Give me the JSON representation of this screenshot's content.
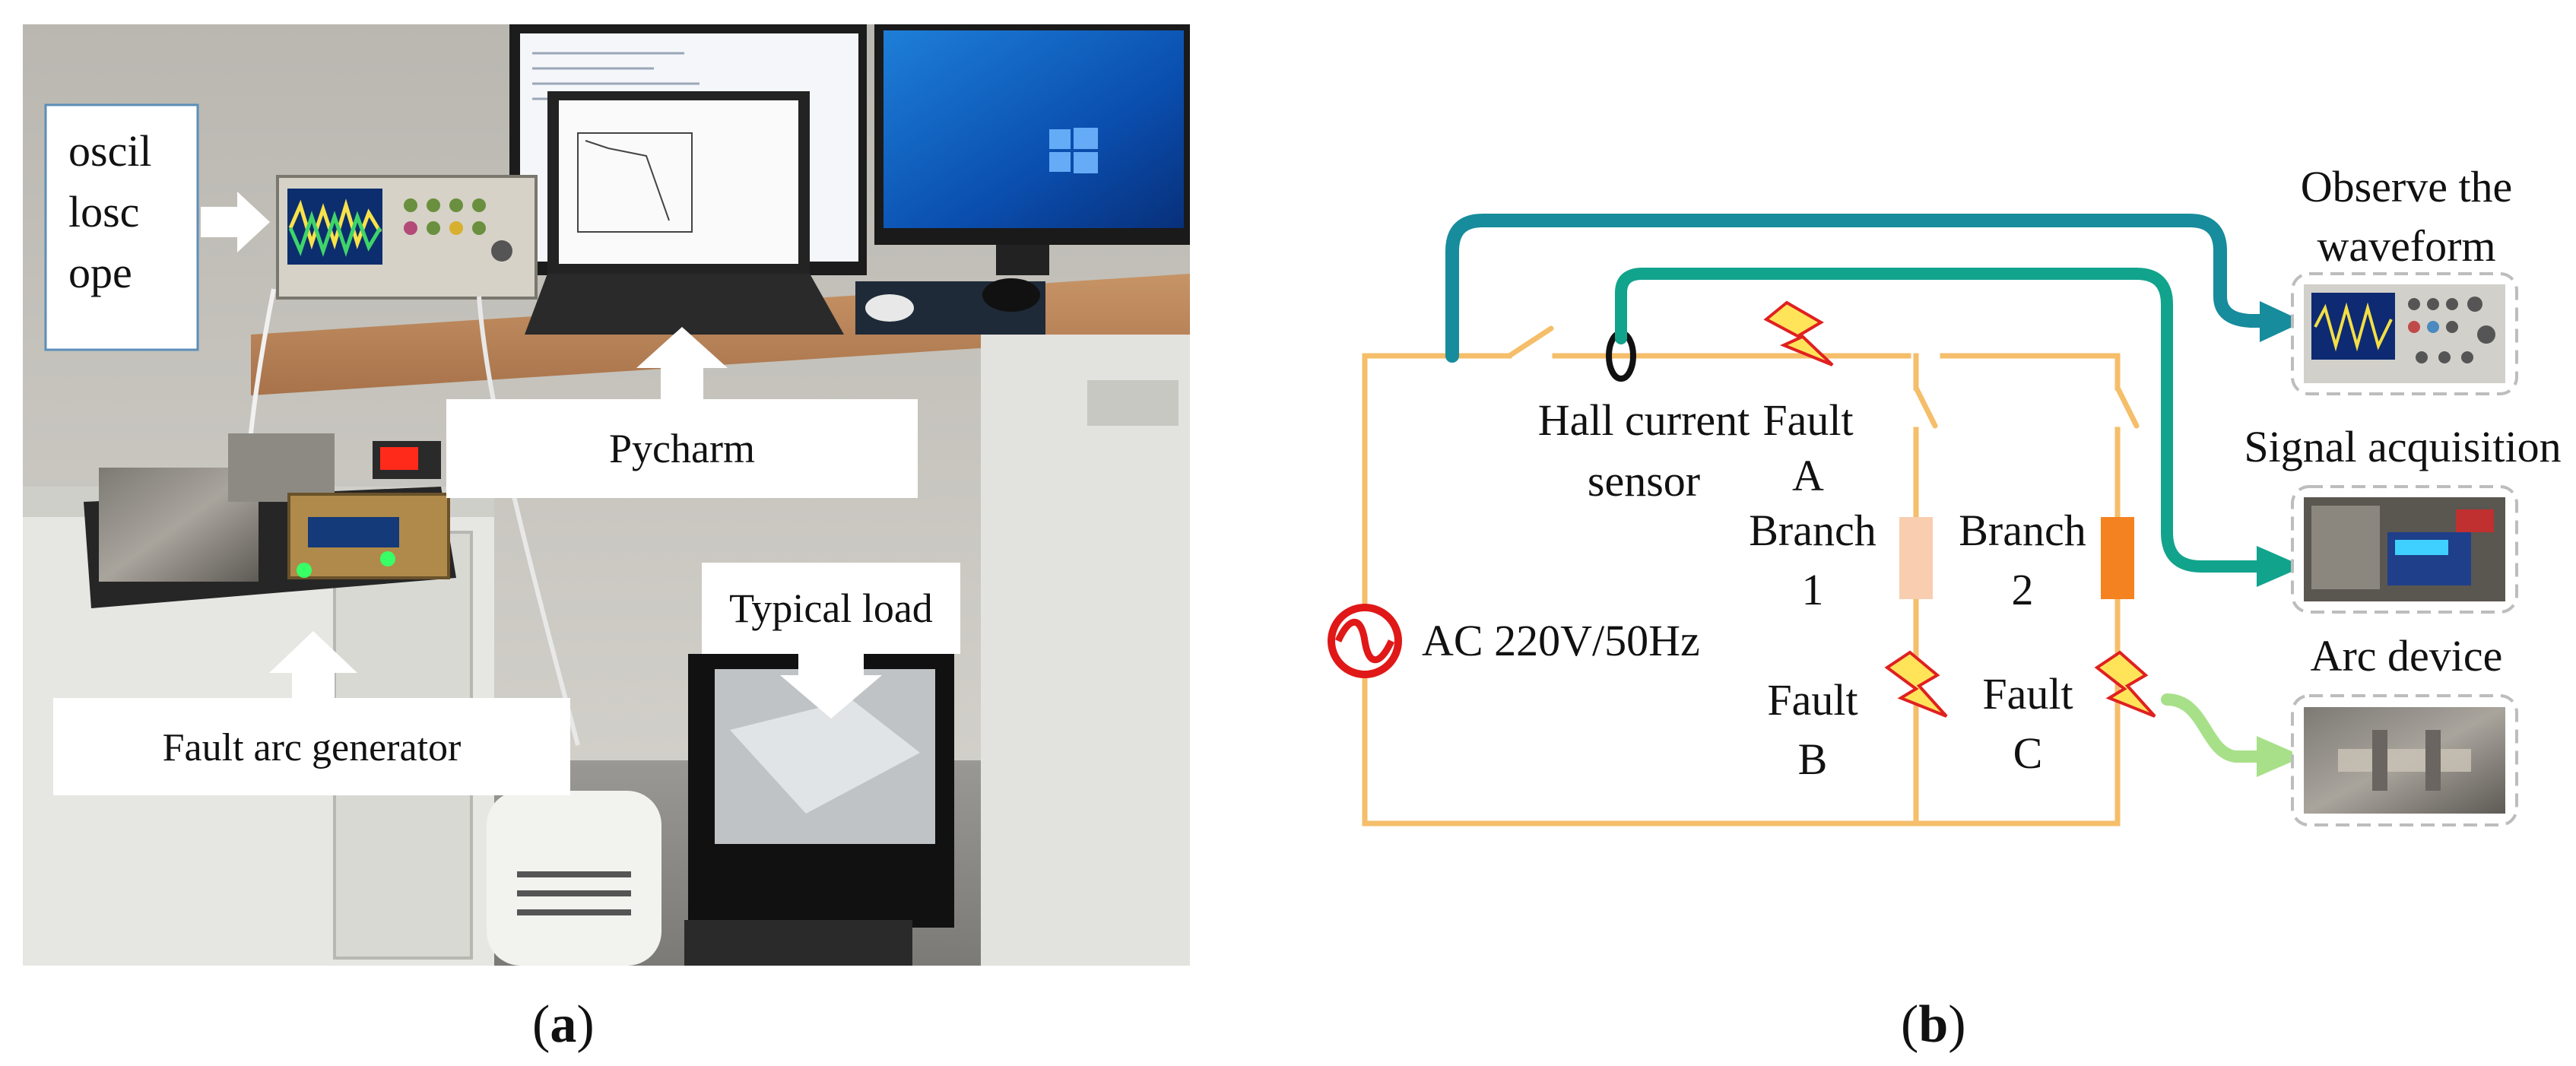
{
  "panel_a": {
    "caption_letter": "a",
    "callouts": {
      "oscilloscope": [
        "oscil",
        "losc",
        "ope"
      ],
      "pycharm": "Pycharm",
      "typical_load": "Typical load",
      "fault_arc_generator": "Fault arc generator"
    }
  },
  "panel_b": {
    "caption_letter": "b",
    "labels": {
      "hall_sensor_line1": "Hall current",
      "hall_sensor_line2": "sensor",
      "fault_a_line1": "Fault",
      "fault_a_line2": "A",
      "branch1_line1": "Branch",
      "branch1_line2": "1",
      "branch2_line1": "Branch",
      "branch2_line2": "2",
      "ac_source": "AC 220V/50Hz",
      "fault_b_line1": "Fault",
      "fault_b_line2": "B",
      "fault_c_line1": "Fault",
      "fault_c_line2": "C",
      "observe_line1": "Observe the",
      "observe_line2": "waveform",
      "signal_acquisition": "Signal acquisition",
      "arc_device": "Arc device"
    }
  },
  "colors": {
    "wire": "#F5BE6A",
    "teal_dark": "#168C9C",
    "teal": "#12A38C",
    "green_light": "#A8E08A",
    "source_red": "#E01818",
    "lightning": "#FFE45A",
    "lightning_outline": "#E02020",
    "load1": "#F8CDB0",
    "load2": "#F58220"
  }
}
